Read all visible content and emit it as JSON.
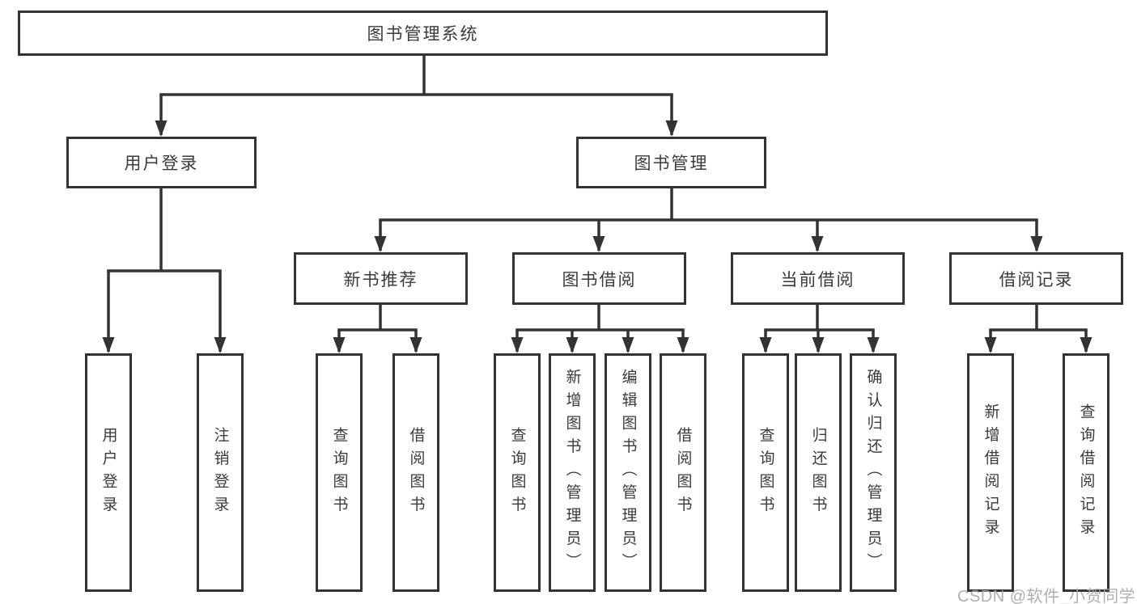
{
  "diagram": {
    "root": {
      "label": "图书管理系统"
    },
    "branches": [
      {
        "label": "用户登录",
        "children": [
          {
            "label": "用户登录"
          },
          {
            "label": "注销登录"
          }
        ]
      },
      {
        "label": "图书管理",
        "children": [
          {
            "label": "新书推荐",
            "children": [
              {
                "label": "查询图书"
              },
              {
                "label": "借阅图书"
              }
            ]
          },
          {
            "label": "图书借阅",
            "children": [
              {
                "label": "查询图书"
              },
              {
                "label": "新增图书（管理员）"
              },
              {
                "label": "编辑图书（管理员）"
              },
              {
                "label": "借阅图书"
              }
            ]
          },
          {
            "label": "当前借阅",
            "children": [
              {
                "label": "查询图书"
              },
              {
                "label": "归还图书"
              },
              {
                "label": "确认归还（管理员）"
              }
            ]
          },
          {
            "label": "借阅记录",
            "children": [
              {
                "label": "新增借阅记录"
              },
              {
                "label": "查询借阅记录"
              }
            ]
          }
        ]
      }
    ]
  },
  "watermark": {
    "text": "CSDN @软件_小贺同学"
  },
  "colors": {
    "line": "#333333",
    "box_border": "#333333",
    "box_background": "#ffffff",
    "text": "#3b3b3b",
    "watermark": "#a8a8aa"
  }
}
